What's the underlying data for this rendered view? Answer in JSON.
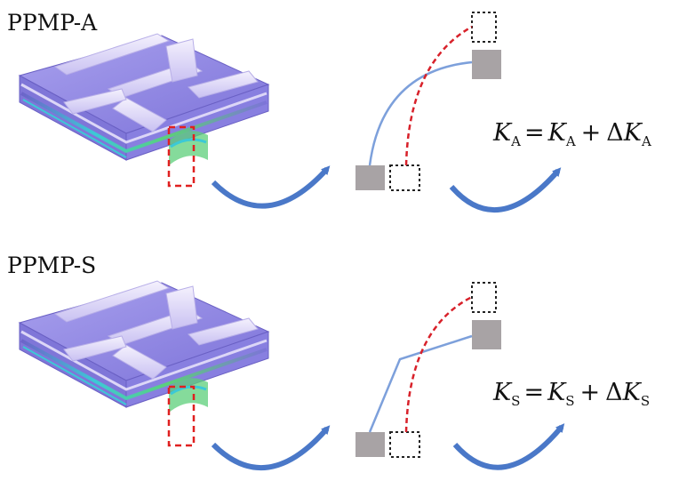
{
  "panels": [
    {
      "id": "a",
      "title": "PPMP-A",
      "equation": {
        "lhs_symbol": "K",
        "lhs_sub": "A",
        "equals": "=",
        "term1_symbol": "K",
        "term1_sub": "A",
        "plus": "+",
        "delta": "Δ",
        "term2_symbol": "K",
        "term2_sub": "A"
      },
      "connector_shape": "smooth-arc"
    },
    {
      "id": "s",
      "title": "PPMP-S",
      "equation": {
        "lhs_symbol": "K",
        "lhs_sub": "S",
        "equals": "=",
        "term1_symbol": "K",
        "term1_sub": "S",
        "plus": "+",
        "delta": "Δ",
        "term2_symbol": "K",
        "term2_sub": "S"
      },
      "connector_shape": "kinked-line"
    }
  ],
  "colors": {
    "panel_surface": "#8f86e6",
    "panel_highlight": "#dcd6f7",
    "stress_cyan": "#3cc9d6",
    "stress_green": "#5ccf7a",
    "highlight_box": "#e02020",
    "arrow_blue": "#4a78c8",
    "solid_block": "#a8a3a5",
    "dashed_block": "#222222",
    "deformed_path": "#d8212a",
    "original_path": "#7da0db"
  }
}
